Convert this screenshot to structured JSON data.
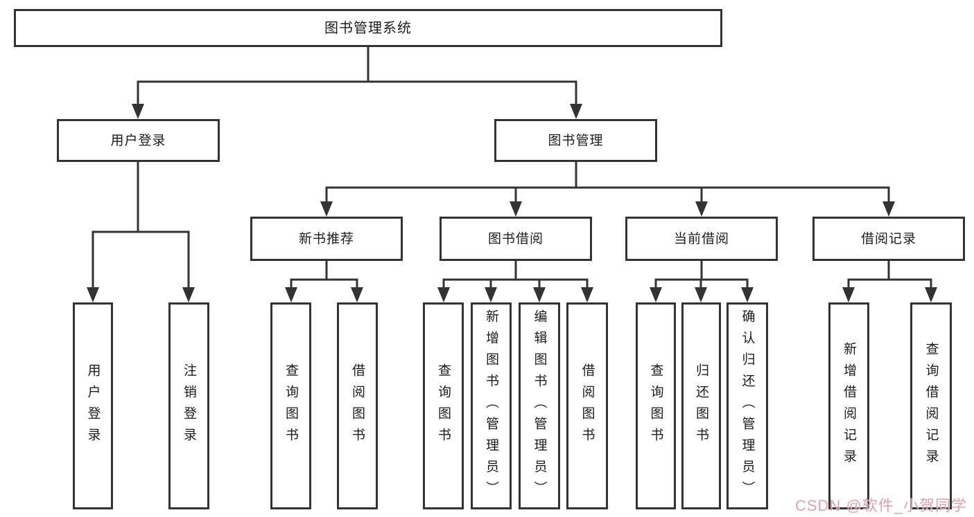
{
  "theme": {
    "line-color": "#333333",
    "text-color": "#1c1c1c",
    "bg-color": "#ffffff",
    "watermark-color": "#dc9aa3"
  },
  "diagram": {
    "root": {
      "label": "图书管理系统"
    },
    "user_login": {
      "label": "用户登录",
      "children": [
        "用户登录",
        "注销登录"
      ]
    },
    "book_mgmt": {
      "label": "图书管理",
      "groups": {
        "new_book_rec": {
          "label": "新书推荐",
          "children": [
            "查询图书",
            "借阅图书"
          ]
        },
        "book_borrow": {
          "label": "图书借阅",
          "children": [
            "查询图书",
            "新增图书（管理员）",
            "编辑图书（管理员）",
            "借阅图书"
          ]
        },
        "current_borrow": {
          "label": "当前借阅",
          "children": [
            "查询图书",
            "归还图书",
            "确认归还（管理员）"
          ]
        },
        "borrow_record": {
          "label": "借阅记录",
          "children": [
            "新增借阅记录",
            "查询借阅记录"
          ]
        }
      }
    }
  },
  "watermark": {
    "text": "CSDN @软件_小贺同学"
  }
}
